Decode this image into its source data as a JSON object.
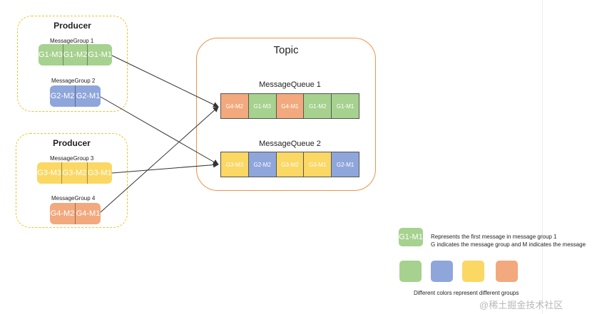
{
  "colors": {
    "G1": "#a6d18f",
    "G2": "#8fa6db",
    "G3": "#fbd764",
    "G4": "#f2a97e",
    "producer_border": "#f2c230",
    "topic_border": "#f0924a",
    "arrow": "#333333"
  },
  "producers": [
    {
      "title": "Producer",
      "groups": [
        {
          "label": "MessageGroup 1",
          "group": "G1",
          "messages": [
            "G1-M3",
            "G1-M2",
            "G1-M1"
          ]
        },
        {
          "label": "MessageGroup 2",
          "group": "G2",
          "messages": [
            "G2-M2",
            "G2-M1"
          ]
        }
      ]
    },
    {
      "title": "Producer",
      "groups": [
        {
          "label": "MessageGroup 3",
          "group": "G3",
          "messages": [
            "G3-M3",
            "G3-M2",
            "G3-M1"
          ]
        },
        {
          "label": "MessageGroup 4",
          "group": "G4",
          "messages": [
            "G4-M2",
            "G4-M1"
          ]
        }
      ]
    }
  ],
  "topic": {
    "title": "Topic",
    "queues": [
      {
        "label": "MessageQueue 1",
        "cells": [
          {
            "text": "G4-M2",
            "group": "G4"
          },
          {
            "text": "G1-M3",
            "group": "G1"
          },
          {
            "text": "G4-M1",
            "group": "G4"
          },
          {
            "text": "G1-M2",
            "group": "G1"
          },
          {
            "text": "G1-M1",
            "group": "G1"
          }
        ]
      },
      {
        "label": "MessageQueue 2",
        "cells": [
          {
            "text": "G3-M3",
            "group": "G3"
          },
          {
            "text": "G2-M2",
            "group": "G2"
          },
          {
            "text": "G3-M2",
            "group": "G3"
          },
          {
            "text": "G3-M1",
            "group": "G3"
          },
          {
            "text": "G2-M1",
            "group": "G2"
          }
        ]
      }
    ]
  },
  "legend": {
    "sample_text": "G1-M1",
    "sample_group": "G1",
    "line1": "Represents the first message in message group 1",
    "line2": "G indicates the message group and M indicates the message",
    "swatches": [
      "G1",
      "G2",
      "G3",
      "G4"
    ],
    "caption": "Different colors represent different groups"
  },
  "watermark": "@稀土掘金技术社区"
}
